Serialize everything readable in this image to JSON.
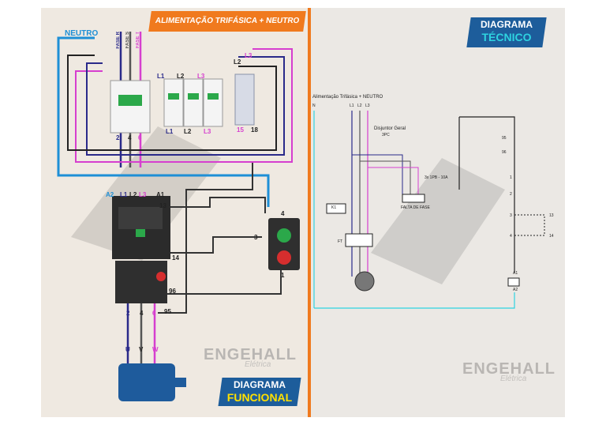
{
  "functional": {
    "banner_title": "ALIMENTAÇÃO TRIFÁSICA + NEUTRO",
    "neutro": "NEUTRO",
    "phase_labels": [
      "FASE R",
      "FASE S",
      "FASE T"
    ],
    "breaker_terms_top": [
      "L1",
      "L2",
      "L3"
    ],
    "breaker_terms_bottom": [
      "2",
      "4",
      "6"
    ],
    "mini_terms_bottom": [
      "L1",
      "L2",
      "L3"
    ],
    "relay_terms": [
      "L2",
      "L3",
      "15",
      "18"
    ],
    "contactor_labels": [
      "A2",
      "L1",
      "L2",
      "L3",
      "A1",
      "13",
      "14",
      "96",
      "95"
    ],
    "output_terms": [
      "2",
      "4",
      "6"
    ],
    "motor_terms": [
      "U",
      "V",
      "W"
    ],
    "push_terms": [
      "3",
      "4",
      "1"
    ],
    "title_1": "DIAGRAMA",
    "title_2": "FUNCIONAL",
    "watermark_1": "ENGEHALL",
    "watermark_2": "Elétrica"
  },
  "technical": {
    "title_1": "DIAGRAMA",
    "title_2": "TÉCNICO",
    "supply": "Alimentação Trifásica + NEUTRO",
    "lines": [
      "N",
      "L1",
      "L2",
      "L3"
    ],
    "breaker": "Disjuntor Geral",
    "breaker_sub": "3PC",
    "ms_breaker": "3x 1PB - 10A",
    "phase_fault": "FALTA DE FASE",
    "labels": [
      "K1",
      "FT",
      "95",
      "96",
      "1",
      "2",
      "3",
      "4",
      "13",
      "14",
      "A1",
      "A2"
    ],
    "watermark_1": "ENGEHALL",
    "watermark_2": "Elétrica"
  },
  "colors": {
    "accent_orange": "#f07a1e",
    "brand_blue": "#1d5d9b",
    "neutro": "#1e8fd6",
    "phase_r": "#2a2a8a",
    "phase_s": "#555555",
    "phase_t": "#d63fcf"
  }
}
